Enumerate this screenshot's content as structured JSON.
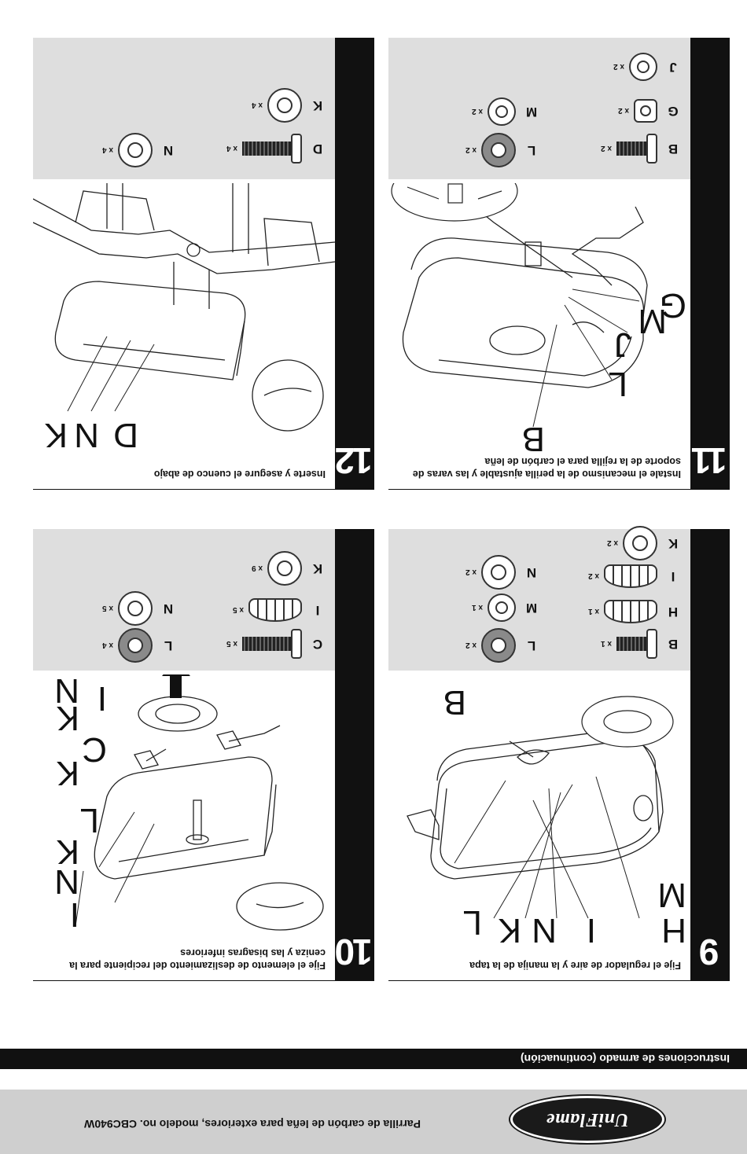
{
  "header": {
    "logo": "UniFlame",
    "document_title": "Parrilla de carbón de leña para exteriores, modelo no. CBC940W"
  },
  "section": {
    "title": "Instrucciones de armado (continuación)"
  },
  "steps": [
    {
      "number": "9",
      "title": "Fije el regulador de aire y la manija de la tapa",
      "callouts": [
        "H",
        "M",
        "I",
        "N",
        "K",
        "L",
        "B"
      ],
      "parts": [
        {
          "label": "B",
          "qty": "x 1"
        },
        {
          "label": "L",
          "qty": "x 2"
        },
        {
          "label": "H",
          "qty": "x 1"
        },
        {
          "label": "M",
          "qty": "x 1"
        },
        {
          "label": "I",
          "qty": "x 2"
        },
        {
          "label": "N",
          "qty": "x 2"
        },
        {
          "label": "K",
          "qty": "x 2"
        }
      ]
    },
    {
      "number": "10",
      "title": "Fije el elemento de deslizamiento del recipiente para la ceniza y las bisagras inferiores",
      "callouts": [
        "I",
        "N",
        "K",
        "L",
        "K",
        "C",
        "K",
        "N",
        "I"
      ],
      "parts": [
        {
          "label": "C",
          "qty": "x 5"
        },
        {
          "label": "L",
          "qty": "x 4"
        },
        {
          "label": "I",
          "qty": "x 5"
        },
        {
          "label": "N",
          "qty": "x 5"
        },
        {
          "label": "K",
          "qty": "x 9"
        }
      ]
    },
    {
      "number": "11",
      "title": "Instale el mecanismo de la perilla ajustable y las varas de soporte de la rejilla para el carbón de leña",
      "callouts": [
        "B",
        "L",
        "J",
        "M",
        "G"
      ],
      "parts": [
        {
          "label": "B",
          "qty": "x 2"
        },
        {
          "label": "L",
          "qty": "x 2"
        },
        {
          "label": "G",
          "qty": "x 2"
        },
        {
          "label": "M",
          "qty": "x 2"
        },
        {
          "label": "J",
          "qty": "x 2"
        }
      ]
    },
    {
      "number": "12",
      "title": "Inserte y asegure el cuenco de abajo",
      "callouts": [
        "D",
        "N",
        "K"
      ],
      "parts": [
        {
          "label": "D",
          "qty": "x 4"
        },
        {
          "label": "N",
          "qty": "x 4"
        },
        {
          "label": "K",
          "qty": "x 4"
        }
      ]
    }
  ]
}
